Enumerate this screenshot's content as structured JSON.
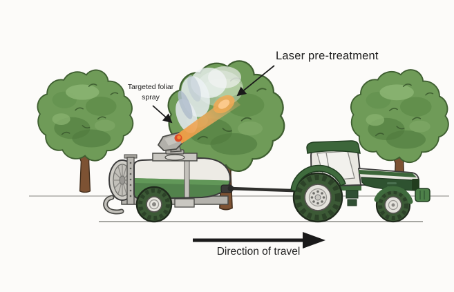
{
  "labels": {
    "laser_pretreatment": "Laser pre-treatment",
    "targeted_foliar_spray": "Targeted foliar spray",
    "direction_of_travel": "Direction of travel"
  },
  "scene": {
    "tree_count": 3,
    "vehicles": [
      "air-blast-sprayer-trailer",
      "tractor"
    ],
    "effects": [
      "laser-beam",
      "spray-mist"
    ]
  },
  "colors": {
    "background": "#fcfbf9",
    "foliage_green": "#6f9b58",
    "foliage_dark": "#4f7a3e",
    "foliage_light": "#8cb573",
    "trunk_brown": "#7d5233",
    "machine_green": "#3f6b3d",
    "machine_dark_green": "#2e5230",
    "tank_white": "#edebe5",
    "tire_green": "#3c5a36",
    "laser_orange": "#f0a050",
    "nozzle_red": "#dd4b26",
    "spray_mist": "#dfe5ea",
    "label_text": "#1c1c1c"
  }
}
